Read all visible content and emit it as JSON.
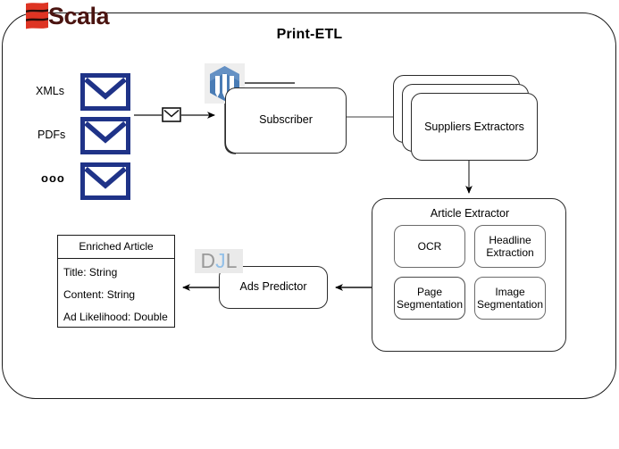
{
  "diagram": {
    "title": "Print-ETL",
    "container_name": "print-etl-container",
    "border_color": "#1a1a1a"
  },
  "branding": {
    "scala": {
      "word": "Scala",
      "mark_color_light": "#de3423",
      "mark_color_dark": "#4a1410",
      "text_color": "#4a1410"
    },
    "akka": {
      "name": "akka-icon",
      "hex_color": "#4a7cb5",
      "bg": "#eeeeee"
    },
    "djl": {
      "d": "D",
      "j": "J",
      "l": "L",
      "gray": "#9a9a9a",
      "blue": "#93c0e8",
      "bg": "#eaeaea"
    }
  },
  "sources": {
    "items": [
      {
        "label": "XMLs",
        "icon": "envelope-icon"
      },
      {
        "label": "PDFs",
        "icon": "envelope-icon"
      },
      {
        "label": "ooo",
        "icon": "envelope-icon"
      }
    ],
    "envelope_color": "#1f3388",
    "transport_icon": "envelope-icon"
  },
  "pipeline": {
    "subscriber": {
      "label": "Subscriber"
    },
    "suppliers_extractors": {
      "label": "Suppliers Extractors",
      "stack_count": 3
    },
    "article_extractor": {
      "label": "Article Extractor",
      "children": [
        {
          "label": "OCR"
        },
        {
          "label": "Headline Extraction"
        },
        {
          "label": "Page Segmentation"
        },
        {
          "label": "Image Segmentation"
        }
      ]
    },
    "ads_predictor": {
      "label": "Ads Predictor"
    }
  },
  "enriched_article": {
    "title": "Enriched Article",
    "fields": [
      "Title: String",
      "Content: String",
      "Ad Likelihood: Double"
    ]
  }
}
